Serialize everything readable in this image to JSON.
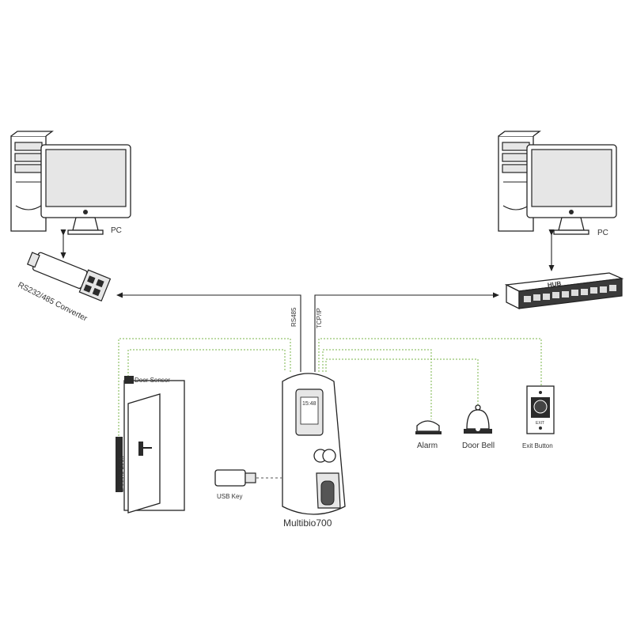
{
  "labels": {
    "pc_left": "PC",
    "pc_right": "PC",
    "converter": "RS232/485 Converter",
    "hub": "HUB",
    "rs485": "RS485",
    "tcpip": "TCP/IP",
    "door_sensor": "Door Sensor",
    "electric_lock": "Electric Lock",
    "usb_key": "USB Key",
    "device": "Multibio700",
    "device_screen_time": "15:48",
    "alarm": "Alarm",
    "door_bell": "Door Bell",
    "exit_button": "Exit Button",
    "exit_button_caption": "EXIT"
  },
  "colors": {
    "wiring": "#7ab648",
    "line": "#222222",
    "usb_link": "#555555"
  }
}
